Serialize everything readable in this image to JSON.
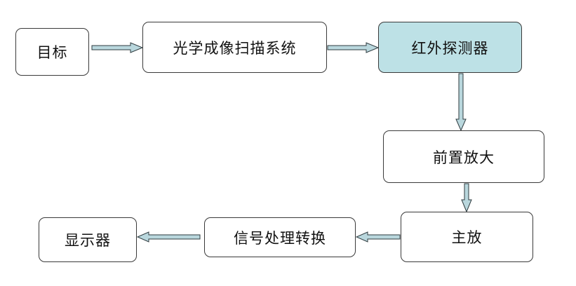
{
  "nodes": {
    "target": "目标",
    "optical_scan": "光学成像扫描系统",
    "ir_detector": "红外探测器",
    "preamp": "前置放大",
    "main_amp": "主放",
    "signal_proc": "信号处理转换",
    "display": "显示器"
  },
  "colors": {
    "highlight_fill": "#bde1e6",
    "arrow_fill": "#b9d7dd",
    "arrow_stroke": "#2f3b3f"
  },
  "edges": [
    {
      "from": "target",
      "to": "optical_scan"
    },
    {
      "from": "optical_scan",
      "to": "ir_detector"
    },
    {
      "from": "ir_detector",
      "to": "preamp"
    },
    {
      "from": "preamp",
      "to": "main_amp"
    },
    {
      "from": "main_amp",
      "to": "signal_proc"
    },
    {
      "from": "signal_proc",
      "to": "display"
    }
  ]
}
